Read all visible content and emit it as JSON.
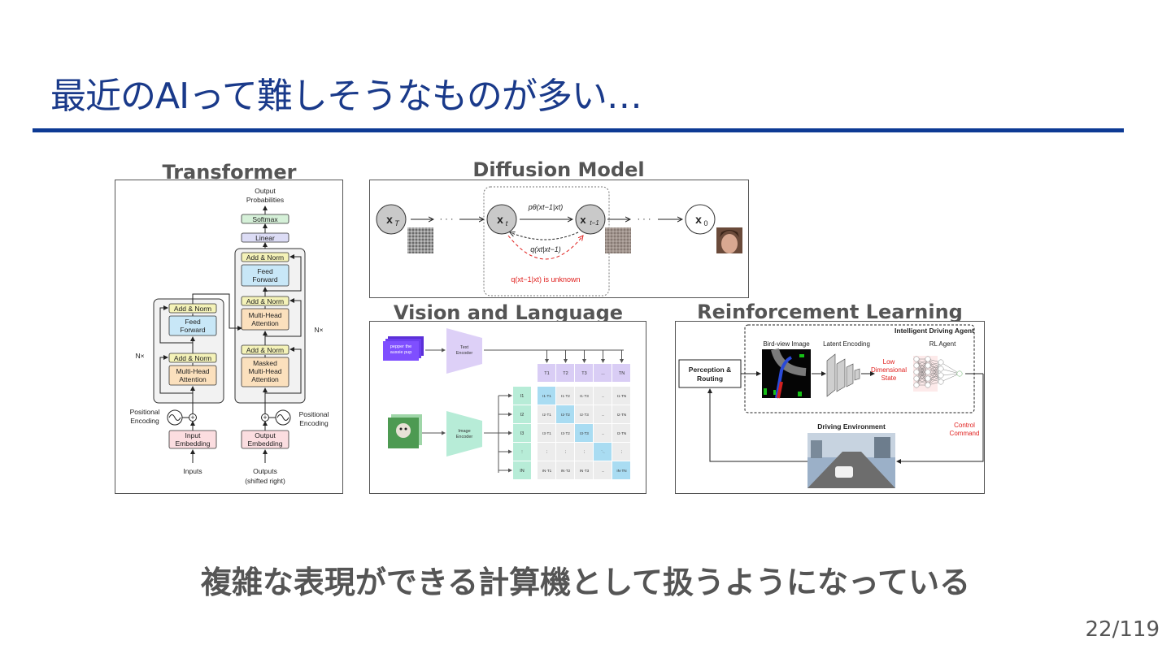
{
  "slide": {
    "title": "最近のAIって難しそうなものが多い…",
    "bottom_text": "複雑な表現ができる計算機として扱うようになっている",
    "page": "22/119"
  },
  "figures": {
    "transformer": {
      "caption": "Transformer",
      "output_probabilities": [
        "Output",
        "Probabilities"
      ],
      "softmax": "Softmax",
      "linear": "Linear",
      "add_norm": "Add & Norm",
      "feed_forward": [
        "Feed",
        "Forward"
      ],
      "multi_head_attention": [
        "Multi-Head",
        "Attention"
      ],
      "masked_multi_head_attention": [
        "Masked",
        "Multi-Head",
        "Attention"
      ],
      "nx": "N×",
      "positional_encoding": [
        "Positional",
        "Encoding"
      ],
      "input_embedding": [
        "Input",
        "Embedding"
      ],
      "output_embedding": [
        "Output",
        "Embedding"
      ],
      "inputs": "Inputs",
      "outputs": [
        "Outputs",
        "(shifted right)"
      ]
    },
    "diffusion": {
      "caption": "Diffusion Model",
      "xT": "x",
      "xT_sub": "T",
      "xt": "x",
      "xt_sub": "t",
      "xt1": "x",
      "xt1_sub": "t−1",
      "x0": "x",
      "x0_sub": "0",
      "dots": "· · ·",
      "p_theta": "pθ(xt−1|xt)",
      "q_forward": "q(xt|xt−1)",
      "q_unknown": "q(xt−1|xt) is unknown"
    },
    "vision_language": {
      "caption": "Vision and Language",
      "prompt": [
        "pepper the",
        "aussie pup"
      ],
      "text_encoder": [
        "Text",
        "Encoder"
      ],
      "image_encoder": [
        "Image",
        "Encoder"
      ],
      "text_tokens": [
        "T1",
        "T2",
        "T3",
        "...",
        "TN"
      ],
      "image_tokens": [
        "I1",
        "I2",
        "I3",
        "⋮",
        "IN"
      ],
      "matrix": [
        [
          "I1·T1",
          "I1·T2",
          "I1·T3",
          "...",
          "I1·TN"
        ],
        [
          "I2·T1",
          "I2·T2",
          "I2·T3",
          "...",
          "I2·TN"
        ],
        [
          "I3·T1",
          "I3·T2",
          "I3·T3",
          "...",
          "I3·TN"
        ],
        [
          "⋮",
          "⋮",
          "⋮",
          "⋱",
          "⋮"
        ],
        [
          "IN·T1",
          "IN·T2",
          "IN·T3",
          "...",
          "IN·TN"
        ]
      ]
    },
    "rl": {
      "caption": "Reinforcement Learning",
      "agent": "Intelligent Driving Agent",
      "perception": [
        "Perception &",
        "Routing"
      ],
      "birdview": "Bird-view Image",
      "latent": "Latent Encoding",
      "low_dim": [
        "Low",
        "Dimensional",
        "State"
      ],
      "rl_agent": "RL Agent",
      "environment": "Driving Environment",
      "control": [
        "Control",
        "Command"
      ]
    }
  },
  "colors": {
    "title": "#1a3a8a",
    "rule": "#0d3a94",
    "ffn": "#c8e7f7",
    "attention": "#fbe0bd",
    "addnorm": "#f4f2b8",
    "embedding": "#fbdde0",
    "linear": "#dcdcf5",
    "softmax": "#d5f0d8",
    "red": "#e0201e"
  }
}
